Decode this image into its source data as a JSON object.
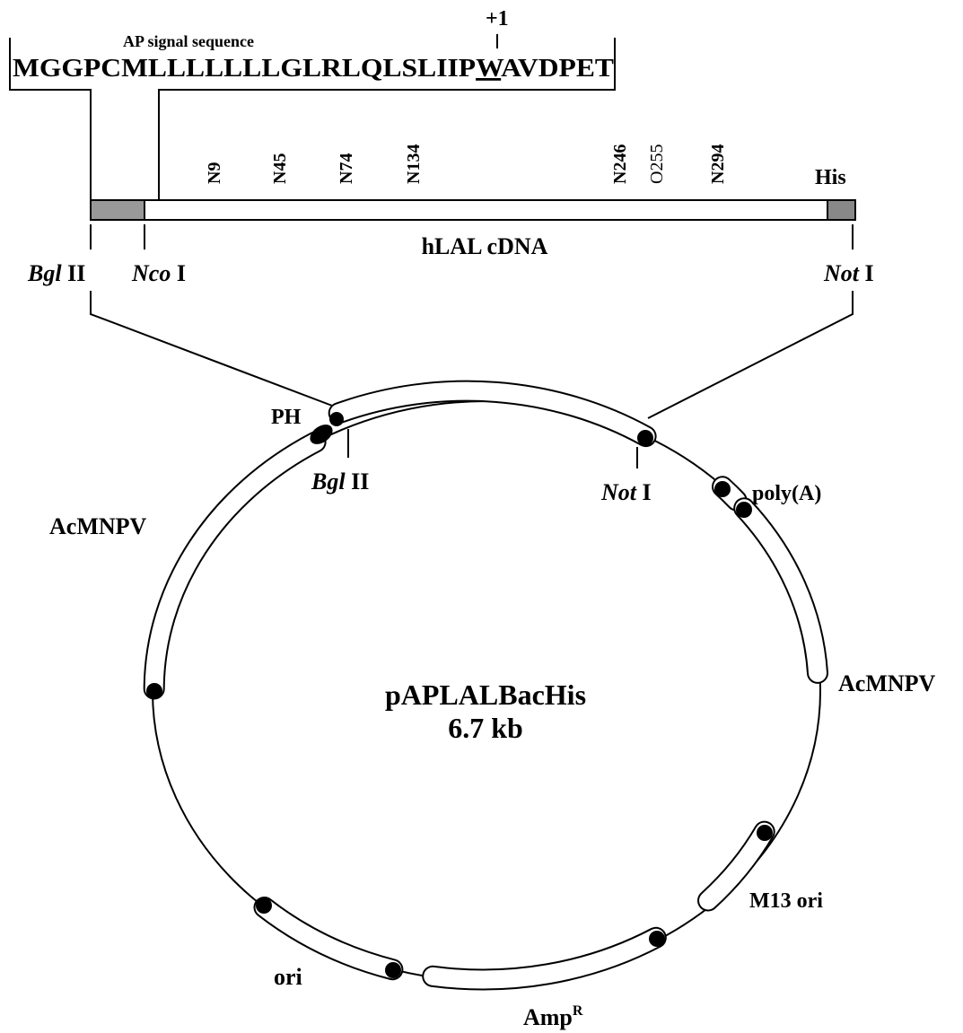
{
  "signal": {
    "label": "AP signal sequence",
    "plus_one": "+1",
    "seq_before": "MGGPCMLLLLLLLGLRLQLSLIIP",
    "seq_underlined": "W",
    "seq_after": "AVDPET"
  },
  "cdna": {
    "name": "hLAL cDNA",
    "tag": "His",
    "sites": [
      {
        "label": "N9"
      },
      {
        "label": "N45"
      },
      {
        "label": "N74"
      },
      {
        "label": "N134"
      },
      {
        "label": "N246"
      },
      {
        "label": "O255"
      },
      {
        "label": "N294"
      }
    ],
    "left_enzyme_1": {
      "italic": "Bgl",
      "roman": " II"
    },
    "left_enzyme_2": {
      "italic": "Nco",
      "roman": " I"
    },
    "right_enzyme": {
      "italic": "Not",
      "roman": " I"
    }
  },
  "plasmid": {
    "name": "pAPLALBacHis",
    "size": "6.7 kb",
    "labels": {
      "ph": "PH",
      "acmnpv_left": "AcMNPV",
      "acmnpv_right": "AcMNPV",
      "polya": "poly(A)",
      "m13": "M13 ori",
      "ori": "ori",
      "amp": "Amp",
      "amp_sup": "R"
    },
    "bgl": {
      "italic": "Bgl",
      "roman": " II"
    },
    "not": {
      "italic": "Not",
      "roman": " I"
    }
  }
}
